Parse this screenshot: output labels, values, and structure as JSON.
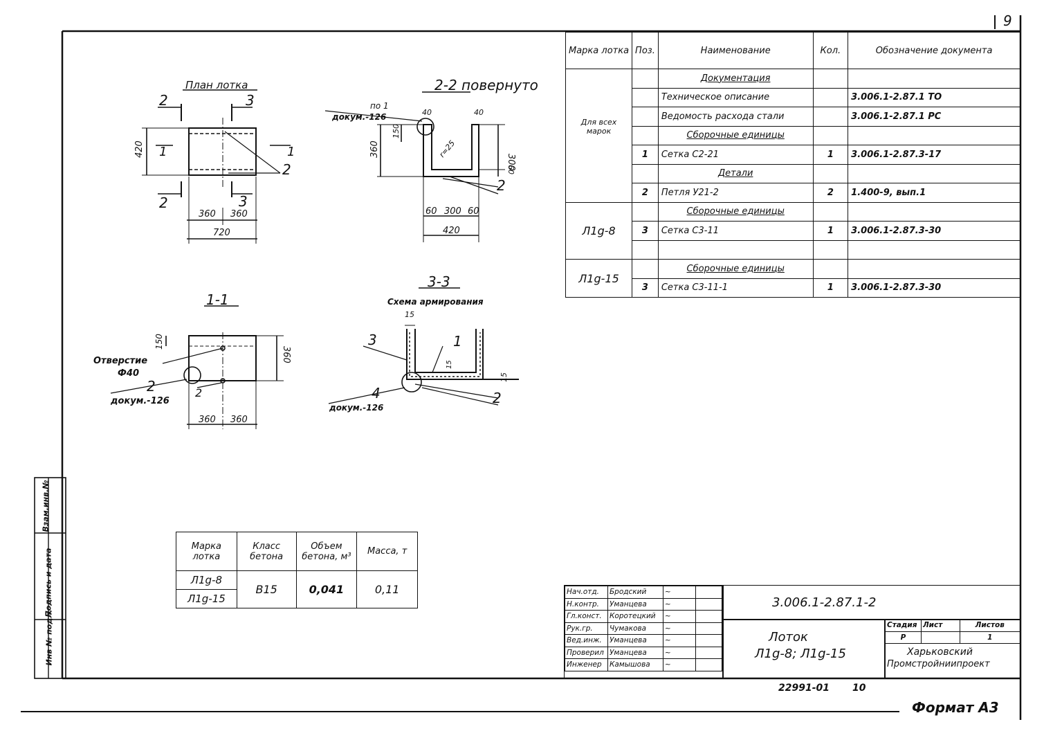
{
  "sheet_number": "9",
  "format_label": "Формат А3",
  "archive_number": "22991-01",
  "archive_sheet": "10",
  "side_strip": [
    "Инв № подл.",
    "Подпись и дата",
    "Взам.инв.№"
  ],
  "drawings": {
    "plan": {
      "title": "План лотка",
      "section_2": "2",
      "section_3": "3",
      "section_1": "1",
      "callout": "2",
      "dim_420": "420",
      "dim_360a": "360",
      "dim_360b": "360",
      "dim_720": "720"
    },
    "section22": {
      "title": "2-2 повернуто",
      "ref": "по 1",
      "doc": "докум.-126",
      "dim_40a": "40",
      "dim_40b": "40",
      "dim_150": "150",
      "dim_360": "360",
      "dim_300v": "300",
      "dim_60v": "60",
      "r25": "r=25",
      "dim_60a": "60",
      "dim_300": "300",
      "dim_60b": "60",
      "dim_420": "420",
      "callout": "2"
    },
    "section11": {
      "title": "1-1",
      "hole": "Отверстие",
      "dia": "Ф40",
      "callout_a": "2",
      "doc": "докум.-126",
      "callout_b": "2",
      "dim_150": "150",
      "dim_360v": "360",
      "dim_360a": "360",
      "dim_360b": "360"
    },
    "section33": {
      "title": "3-3",
      "subtitle": "Схема армирования",
      "dim_15a": "15",
      "dim_15b": "15",
      "dim_15c": "15",
      "pos_3": "3",
      "pos_1": "1",
      "pos_4": "4",
      "doc": "докум.-126",
      "pos_2": "2"
    }
  },
  "spec_table": {
    "headers": {
      "mark": "Марка лотка",
      "pos": "Поз.",
      "name": "Наименование",
      "qty": "Кол.",
      "doc": "Обозначение документа"
    },
    "group_all": "Для всех марок",
    "group_8": "Л1g-8",
    "group_15": "Л1g-15",
    "rows": [
      {
        "pos": "",
        "name": "Документация",
        "qty": "",
        "doc": ""
      },
      {
        "pos": "",
        "name": "Техническое описание",
        "qty": "",
        "doc": "3.006.1-2.87.1 ТО"
      },
      {
        "pos": "",
        "name": "Ведомость расхода стали",
        "qty": "",
        "doc": "3.006.1-2.87.1 РС"
      },
      {
        "pos": "",
        "name": "Сборочные единицы",
        "qty": "",
        "doc": ""
      },
      {
        "pos": "1",
        "name": "Сетка С2-21",
        "qty": "1",
        "doc": "3.006.1-2.87.3-17"
      },
      {
        "pos": "",
        "name": "Детали",
        "qty": "",
        "doc": ""
      },
      {
        "pos": "2",
        "name": "Петля У21-2",
        "qty": "2",
        "doc": "1.400-9, вып.1"
      },
      {
        "pos": "",
        "name": "Сборочные единицы",
        "qty": "",
        "doc": ""
      },
      {
        "pos": "3",
        "name": "Сетка С3-11",
        "qty": "1",
        "doc": "3.006.1-2.87.3-30"
      },
      {
        "pos": "",
        "name": "",
        "qty": "",
        "doc": ""
      },
      {
        "pos": "",
        "name": "Сборочные единицы",
        "qty": "",
        "doc": ""
      },
      {
        "pos": "3",
        "name": "Сетка С3-11-1",
        "qty": "1",
        "doc": "3.006.1-2.87.3-30"
      }
    ]
  },
  "material_table": {
    "headers": {
      "mark": "Марка лотка",
      "class": "Класс бетона",
      "volume": "Объем бетона, м³",
      "mass": "Масса, т"
    },
    "mark_a": "Л1g-8",
    "mark_b": "Л1g-15",
    "class": "В15",
    "volume": "0,041",
    "mass": "0,11"
  },
  "title_block": {
    "designation": "3.006.1-2.87.1-2",
    "title_line1": "Лоток",
    "title_line2": "Л1g-8; Л1g-15",
    "stage_label": "Стадия",
    "sheet_label": "Лист",
    "sheets_label": "Листов",
    "stage": "Р",
    "sheet": "",
    "sheets": "1",
    "org_line1": "Харьковский",
    "org_line2": "Промстройниипроект",
    "people": [
      {
        "role": "Нач.отд.",
        "name": "Бродский"
      },
      {
        "role": "Н.контр.",
        "name": "Уманцева"
      },
      {
        "role": "Гл.конст.",
        "name": "Коротецкий"
      },
      {
        "role": "Рук.гр.",
        "name": "Чумакова"
      },
      {
        "role": "Вед.инж.",
        "name": "Уманцева"
      },
      {
        "role": "Проверил",
        "name": "Уманцева"
      },
      {
        "role": "Инженер",
        "name": "Камышова"
      }
    ]
  }
}
